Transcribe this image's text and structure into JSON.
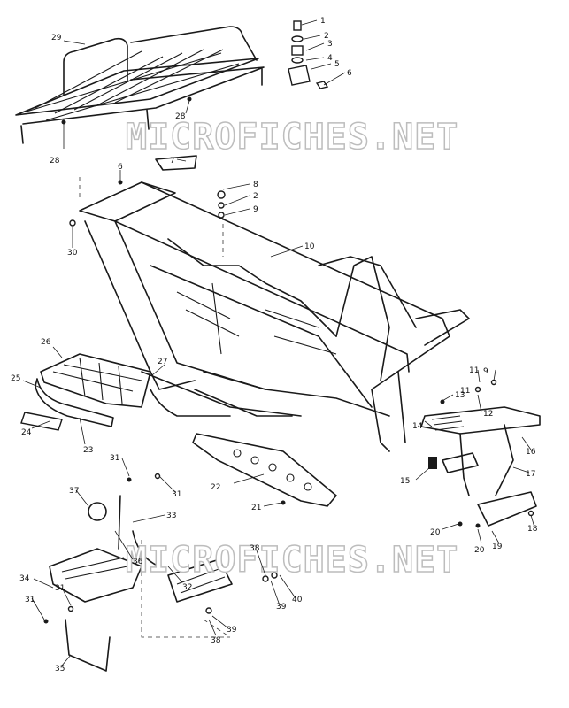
{
  "watermark": "MICROFICHES.NET",
  "callouts": [
    {
      "text": "1"
    },
    {
      "text": "2"
    },
    {
      "text": "3"
    },
    {
      "text": "4"
    },
    {
      "text": "5"
    },
    {
      "text": "6"
    },
    {
      "text": "7"
    },
    {
      "text": "8"
    },
    {
      "text": "2"
    },
    {
      "text": "9"
    },
    {
      "text": "6"
    },
    {
      "text": "10"
    },
    {
      "text": "29"
    },
    {
      "text": "28"
    },
    {
      "text": "28"
    },
    {
      "text": "30"
    },
    {
      "text": "26"
    },
    {
      "text": "27"
    },
    {
      "text": "25"
    },
    {
      "text": "24"
    },
    {
      "text": "23"
    },
    {
      "text": "22"
    },
    {
      "text": "21"
    },
    {
      "text": "31"
    },
    {
      "text": "31"
    },
    {
      "text": "37"
    },
    {
      "text": "33"
    },
    {
      "text": "36"
    },
    {
      "text": "13"
    },
    {
      "text": "11"
    },
    {
      "text": "9"
    },
    {
      "text": "11"
    },
    {
      "text": "12"
    },
    {
      "text": "14"
    },
    {
      "text": "16"
    },
    {
      "text": "17"
    },
    {
      "text": "15"
    },
    {
      "text": "18"
    },
    {
      "text": "20"
    },
    {
      "text": "20"
    },
    {
      "text": "19"
    },
    {
      "text": "34"
    },
    {
      "text": "31"
    },
    {
      "text": "31"
    },
    {
      "text": "35"
    },
    {
      "text": "32"
    },
    {
      "text": "38"
    },
    {
      "text": "39"
    },
    {
      "text": "40"
    },
    {
      "text": "39"
    },
    {
      "text": "38"
    }
  ]
}
